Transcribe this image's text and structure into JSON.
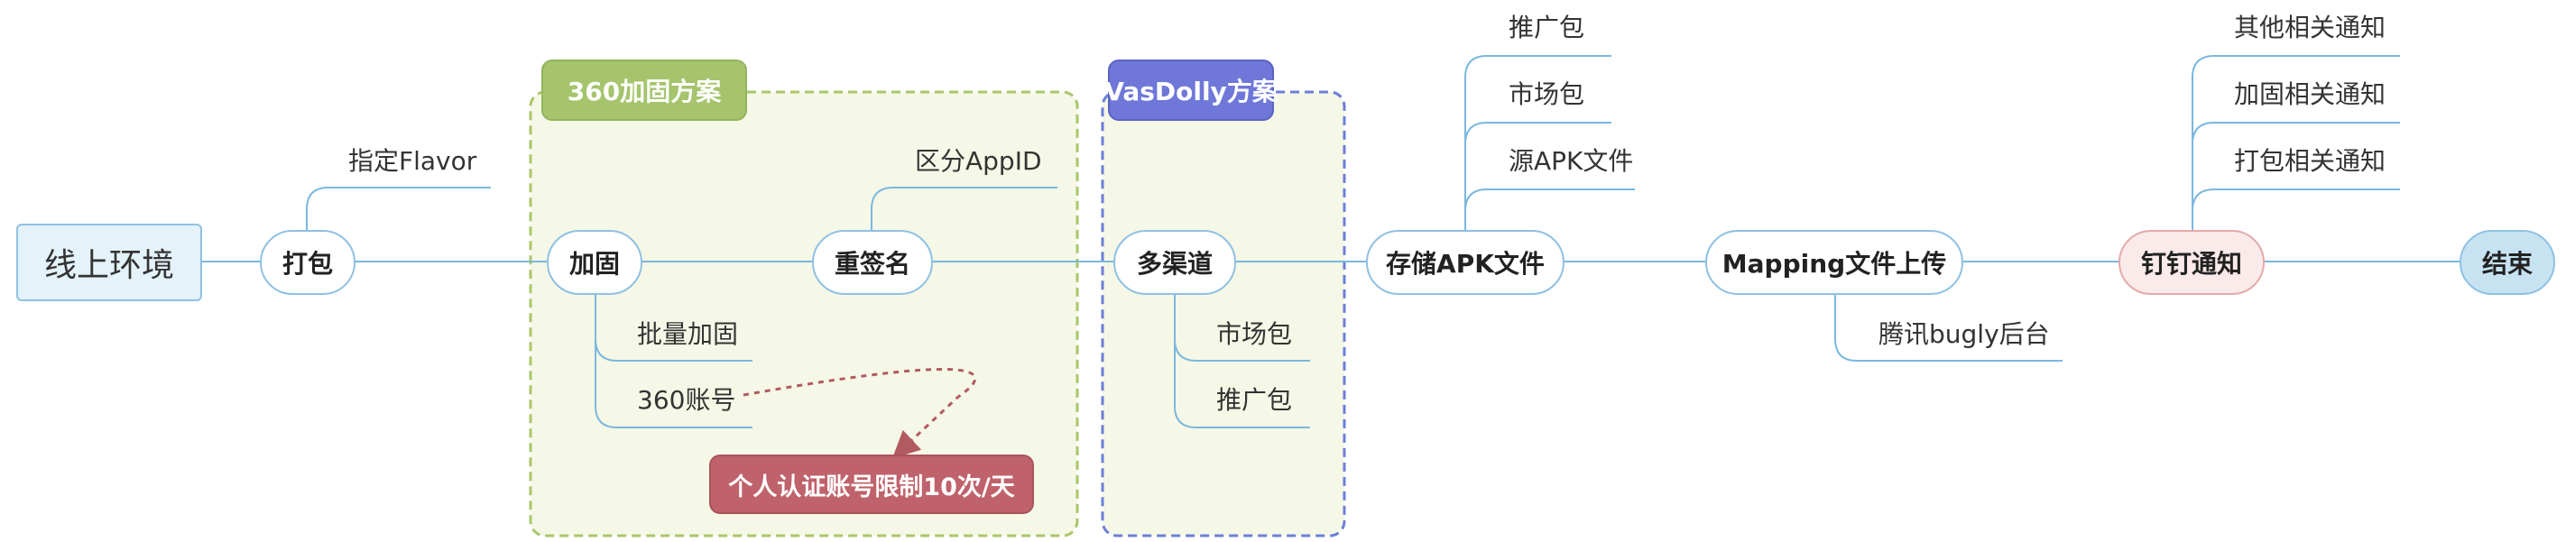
{
  "colors": {
    "line": "#7ab8df",
    "group_360_fill": "#f5f8e6",
    "group_360_border": "#a9c76a",
    "group_360_title": "#a5c46c",
    "group_vas_border": "#6c7fd8",
    "group_vas_title": "#6f78d8",
    "warning_fill": "#c0626b",
    "warning_arrow": "#b25a60",
    "dingtalk_fill": "#fbeaea",
    "dingtalk_border": "#e4a9a9",
    "end_fill": "#c7e3f2"
  },
  "root": {
    "label": "线上环境"
  },
  "nodes": {
    "dabao": "打包",
    "jiagu": "加固",
    "chongqianming": "重签名",
    "duoqudao": "多渠道",
    "cunchu": "存储APK文件",
    "mapping": "Mapping文件上传",
    "dingding": "钉钉通知",
    "end": "结束"
  },
  "branches": {
    "dabao": [
      "指定Flavor"
    ],
    "jiagu": [
      "批量加固",
      "360账号"
    ],
    "chongqianming": [
      "区分AppID"
    ],
    "duoqudao": [
      "市场包",
      "推广包"
    ],
    "cunchu": [
      "推广包",
      "市场包",
      "源APK文件"
    ],
    "mapping": [
      "腾讯bugly后台"
    ],
    "dingding": [
      "其他相关通知",
      "加固相关通知",
      "打包相关通知"
    ]
  },
  "groups": {
    "g360": {
      "title": "360加固方案"
    },
    "vasdolly": {
      "title": "VasDolly方案"
    }
  },
  "warning": {
    "label": "个人认证账号限制10次/天"
  }
}
